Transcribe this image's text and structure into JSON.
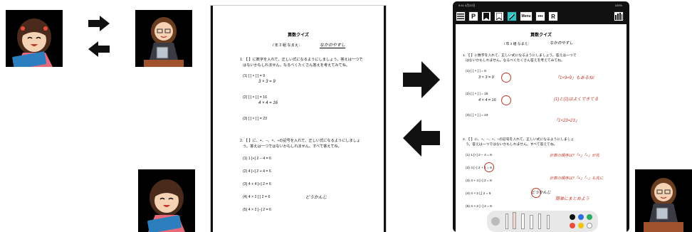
{
  "worksheet": {
    "title": "算数クイズ",
    "header": "/ 年 2 組  なまえ：",
    "name": "なかのやすし",
    "q1_intro": "1. 【 】に数字を入れて、正しい式になるようにしましょう。答えは一つで",
    "q1_intro2": "はないかもしれません。なるべくたくさん答えを考えてみてね。",
    "q1a": "(1)  [ ] × [ ] = 9",
    "q1a_ans": "3  ×  3  =  9",
    "q1b": "(2)  [ ] × [ ] = 16",
    "q1b_ans": "4  ×  4  =  16",
    "q1c": "(3)  [ ] × [ ] = 23",
    "q2_intro": "2. 【 】に、+、−、×、÷の記号を入れて、正しい式になるようにしましょ",
    "q2_intro2": "う。答えは一つではないかもしれません。すべて答えてね。",
    "q2a": "(1)  1  [+]  2  −  4  =  6",
    "q2b": "(2)  4  [÷]  2  +  4  =  6",
    "q2c": "(3)  4  +  4  [÷]  2  =  6",
    "q2d": "(4)  4  ×  2  [ ]  2  =  6",
    "q2d_note": "どうかんじ",
    "q2e": "(5)  4  ×  2  [−]  2  =  6"
  },
  "teacher_notes": {
    "n1": "「1×9=9」もあるね!",
    "n2": "(1)と(2)はよくできてる",
    "n3": "「1×23=23」",
    "n4": "計算の順序は?「×」「÷」が先",
    "n5": "計算の順序は?「+」「−」も先に",
    "n6": "簡単にまとめよう"
  },
  "toolbar": {
    "status_time": "9:41 4月22日",
    "battery": "100%",
    "p_label": "P",
    "menu_label": "Menu",
    "more_label": "•••",
    "r_label": "R"
  },
  "palette": {
    "colors": [
      "#111111",
      "#2a6fdb",
      "#27ae60",
      "#e74c3c",
      "#f1c40f",
      "#ffffff"
    ]
  }
}
